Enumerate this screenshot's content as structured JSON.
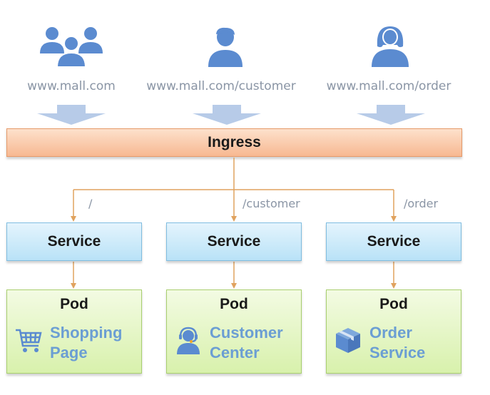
{
  "clients": [
    {
      "icon": "user-group-icon",
      "url": "www.mall.com"
    },
    {
      "icon": "user-male-icon",
      "url": "www.mall.com/customer"
    },
    {
      "icon": "user-female-icon",
      "url": "www.mall.com/order"
    }
  ],
  "ingress": {
    "label": "Ingress"
  },
  "routes": [
    "/",
    "/customer",
    "/order"
  ],
  "services": [
    {
      "label": "Service"
    },
    {
      "label": "Service"
    },
    {
      "label": "Service"
    }
  ],
  "pods": [
    {
      "title": "Pod",
      "icon": "shopping-cart-icon",
      "line1": "Shopping",
      "line2": "Page"
    },
    {
      "title": "Pod",
      "icon": "headset-agent-icon",
      "line1": "Customer",
      "line2": "Center"
    },
    {
      "title": "Pod",
      "icon": "package-box-icon",
      "line1": "Order",
      "line2": "Service"
    }
  ],
  "colors": {
    "icon_blue": "#5b8bd0",
    "arrow_blue": "#b7cbe8",
    "connector_orange": "#e0a25e",
    "label_blue": "#6b9ed3"
  }
}
